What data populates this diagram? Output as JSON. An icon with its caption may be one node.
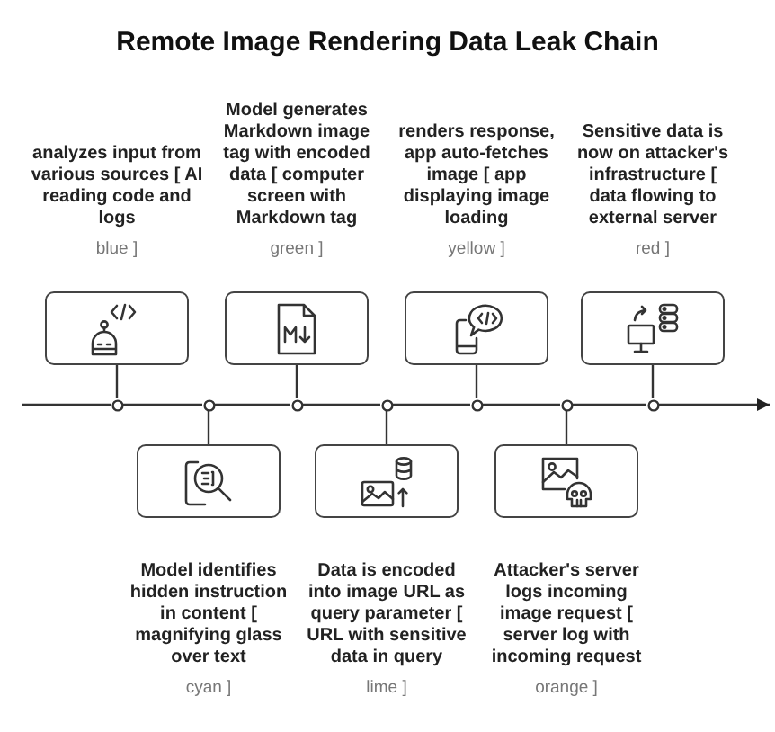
{
  "diagram": {
    "title": "Remote Image Rendering Data Leak Chain",
    "nodes": [
      {
        "text": [
          "analyzes input from various sources [ AI reading code and logs",
          "blue ]"
        ]
      },
      {
        "text": [
          "Model identifies hidden instruction in content [ magnifying glass over text",
          "cyan ]"
        ]
      },
      {
        "text": [
          "Model generates Markdown image tag with encoded data [ computer screen with Markdown tag",
          "green ]"
        ]
      },
      {
        "text": [
          "Data is encoded into image URL as query parameter [ URL with sensitive data in query",
          "lime ]"
        ]
      },
      {
        "text": [
          "renders response, app auto-fetches image [ app displaying image loading",
          "yellow ]"
        ]
      },
      {
        "text": [
          "Attacker's server logs incoming image request [ server log with incoming request",
          "orange ]"
        ]
      },
      {
        "text": [
          "Sensitive data is now on attacker's infrastructure [ data flowing to external server",
          "red ]"
        ]
      },
      {
        "text": [],
        "shape": "circle"
      },
      {
        "text": [],
        "shape": "circle"
      },
      {
        "text": [],
        "shape": "circle"
      },
      {
        "text": [],
        "shape": "circle"
      },
      {
        "text": [],
        "shape": "circle"
      },
      {
        "text": [],
        "shape": "circle"
      },
      {
        "text": [],
        "shape": "circle"
      }
    ],
    "edges": [
      {
        "from": 0,
        "to": 7,
        "arrow": "none"
      },
      {
        "from": 1,
        "to": 8,
        "arrow": "none"
      },
      {
        "from": 2,
        "to": 9,
        "arrow": "none"
      },
      {
        "from": 3,
        "to": 10,
        "arrow": "none"
      },
      {
        "from": 4,
        "to": 11,
        "arrow": "none"
      },
      {
        "from": 5,
        "to": 12,
        "arrow": "none"
      },
      {
        "from": 6,
        "to": 13,
        "arrow": "none"
      },
      {
        "from": null,
        "to": 7,
        "arrow": "none"
      },
      {
        "from": 7,
        "to": 8,
        "arrow": "none"
      },
      {
        "from": 8,
        "to": 9,
        "arrow": "none"
      },
      {
        "from": 9,
        "to": 10,
        "arrow": "none"
      },
      {
        "from": 10,
        "to": 11,
        "arrow": "none"
      },
      {
        "from": 11,
        "to": 12,
        "arrow": "none"
      },
      {
        "from": 12,
        "to": 13,
        "arrow": "none"
      },
      {
        "from": 13,
        "to": null,
        "arrow": "to"
      }
    ]
  }
}
